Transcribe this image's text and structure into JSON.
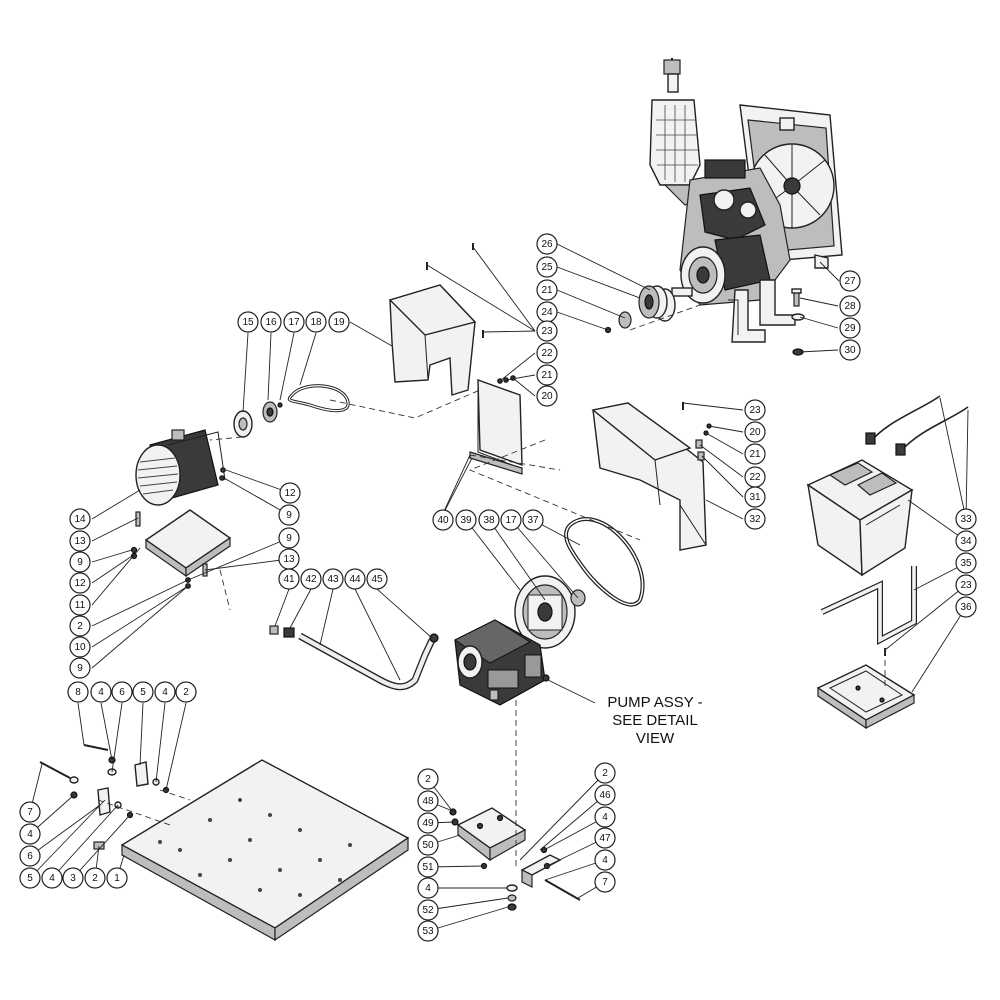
{
  "callouts": [
    {
      "n": "15"
    },
    {
      "n": "16"
    },
    {
      "n": "17"
    },
    {
      "n": "18"
    },
    {
      "n": "19"
    },
    {
      "n": "26"
    },
    {
      "n": "25"
    },
    {
      "n": "21"
    },
    {
      "n": "24"
    },
    {
      "n": "23"
    },
    {
      "n": "22"
    },
    {
      "n": "21"
    },
    {
      "n": "20"
    },
    {
      "n": "27"
    },
    {
      "n": "28"
    },
    {
      "n": "29"
    },
    {
      "n": "30"
    },
    {
      "n": "12"
    },
    {
      "n": "9"
    },
    {
      "n": "14"
    },
    {
      "n": "13"
    },
    {
      "n": "9"
    },
    {
      "n": "12"
    },
    {
      "n": "11"
    },
    {
      "n": "9"
    },
    {
      "n": "13"
    },
    {
      "n": "2"
    },
    {
      "n": "10"
    },
    {
      "n": "9"
    },
    {
      "n": "23"
    },
    {
      "n": "20"
    },
    {
      "n": "21"
    },
    {
      "n": "22"
    },
    {
      "n": "31"
    },
    {
      "n": "32"
    },
    {
      "n": "40"
    },
    {
      "n": "39"
    },
    {
      "n": "38"
    },
    {
      "n": "17"
    },
    {
      "n": "37"
    },
    {
      "n": "33"
    },
    {
      "n": "34"
    },
    {
      "n": "35"
    },
    {
      "n": "23"
    },
    {
      "n": "36"
    },
    {
      "n": "41"
    },
    {
      "n": "42"
    },
    {
      "n": "43"
    },
    {
      "n": "44"
    },
    {
      "n": "45"
    },
    {
      "n": "8"
    },
    {
      "n": "4"
    },
    {
      "n": "6"
    },
    {
      "n": "5"
    },
    {
      "n": "4"
    },
    {
      "n": "2"
    },
    {
      "n": "7"
    },
    {
      "n": "4"
    },
    {
      "n": "6"
    },
    {
      "n": "5"
    },
    {
      "n": "4"
    },
    {
      "n": "3"
    },
    {
      "n": "2"
    },
    {
      "n": "1"
    },
    {
      "n": "2"
    },
    {
      "n": "48"
    },
    {
      "n": "49"
    },
    {
      "n": "50"
    },
    {
      "n": "51"
    },
    {
      "n": "4"
    },
    {
      "n": "52"
    },
    {
      "n": "53"
    },
    {
      "n": "2"
    },
    {
      "n": "46"
    },
    {
      "n": "4"
    },
    {
      "n": "47"
    },
    {
      "n": "4"
    },
    {
      "n": "7"
    }
  ],
  "note": {
    "lines": [
      "PUMP ASSY -",
      "SEE DETAIL",
      "VIEW"
    ]
  }
}
